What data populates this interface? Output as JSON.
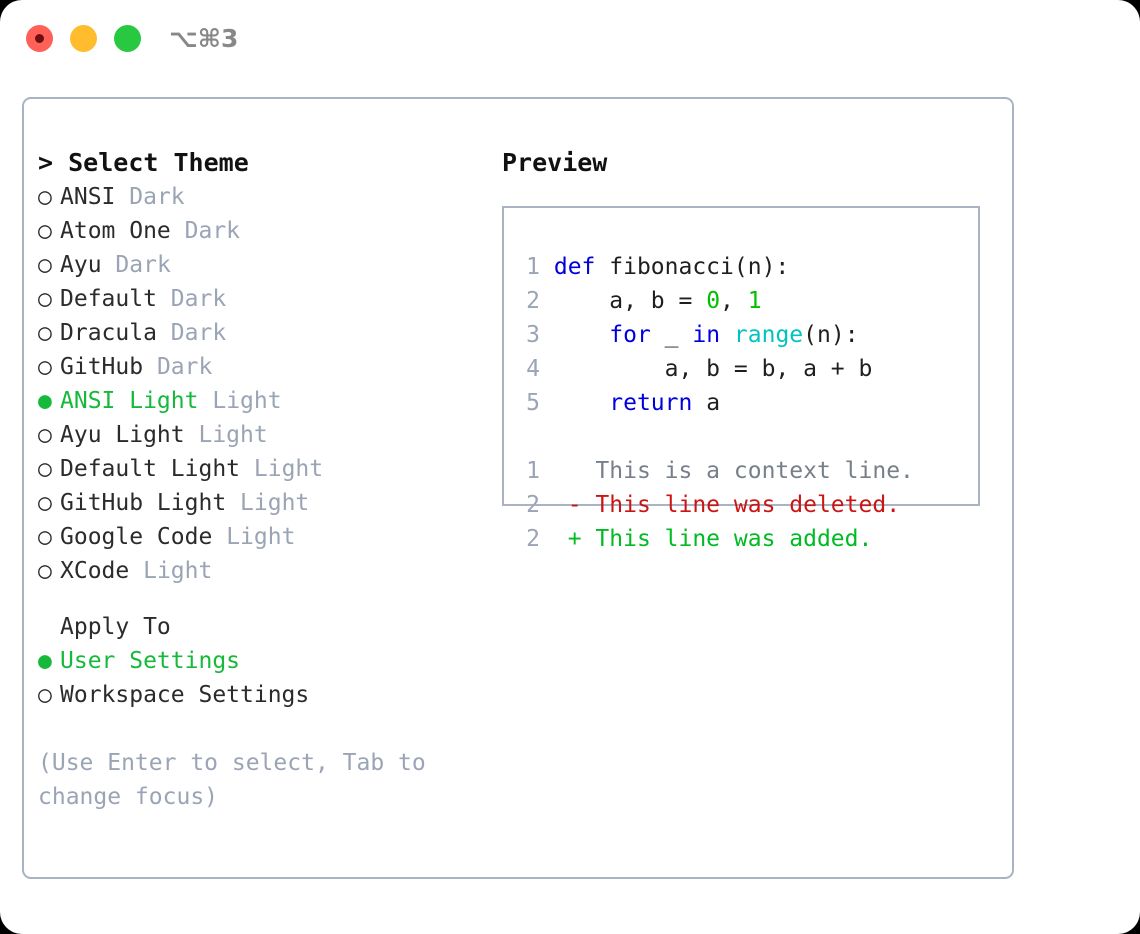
{
  "window": {
    "traffic_lights": [
      {
        "name": "close",
        "color": "#ff6058"
      },
      {
        "name": "minimize",
        "color": "#ffbd2e"
      },
      {
        "name": "maximize",
        "color": "#28c840"
      }
    ],
    "shortcut": "⌥⌘3"
  },
  "theme_picker": {
    "caret": ">",
    "title": "Select Theme",
    "bullet_off": "○",
    "bullet_on": "●",
    "options": [
      {
        "bullet": "○",
        "name": "ANSI",
        "variant": "Dark",
        "selected": false
      },
      {
        "bullet": "○",
        "name": "Atom One",
        "variant": "Dark",
        "selected": false
      },
      {
        "bullet": "○",
        "name": "Ayu",
        "variant": "Dark",
        "selected": false
      },
      {
        "bullet": "○",
        "name": "Default",
        "variant": "Dark",
        "selected": false
      },
      {
        "bullet": "○",
        "name": "Dracula",
        "variant": "Dark",
        "selected": false
      },
      {
        "bullet": "○",
        "name": "GitHub",
        "variant": "Dark",
        "selected": false
      },
      {
        "bullet": "●",
        "name": "ANSI Light",
        "variant": "Light",
        "selected": true
      },
      {
        "bullet": "○",
        "name": "Ayu Light",
        "variant": "Light",
        "selected": false
      },
      {
        "bullet": "○",
        "name": "Default Light",
        "variant": "Light",
        "selected": false
      },
      {
        "bullet": "○",
        "name": "GitHub Light",
        "variant": "Light",
        "selected": false
      },
      {
        "bullet": "○",
        "name": "Google Code",
        "variant": "Light",
        "selected": false
      },
      {
        "bullet": "○",
        "name": "XCode",
        "variant": "Light",
        "selected": false
      }
    ]
  },
  "apply_to": {
    "title": "Apply To",
    "options": [
      {
        "bullet": "●",
        "name": "User Settings",
        "selected": true
      },
      {
        "bullet": "○",
        "name": "Workspace Settings",
        "selected": false
      }
    ]
  },
  "hint": "(Use Enter to select, Tab to change focus)",
  "preview": {
    "title": "Preview",
    "code_lines": [
      {
        "number": "1",
        "tokens": [
          {
            "text": "def ",
            "kind": "kw"
          },
          {
            "text": "fibonacci(n):",
            "kind": "txt"
          }
        ]
      },
      {
        "number": "2",
        "tokens": [
          {
            "text": "    a, b = ",
            "kind": "txt"
          },
          {
            "text": "0",
            "kind": "num"
          },
          {
            "text": ", ",
            "kind": "txt"
          },
          {
            "text": "1",
            "kind": "num"
          }
        ]
      },
      {
        "number": "3",
        "tokens": [
          {
            "text": "    ",
            "kind": "txt"
          },
          {
            "text": "for",
            "kind": "kw"
          },
          {
            "text": " _ ",
            "kind": "txt"
          },
          {
            "text": "in",
            "kind": "kw"
          },
          {
            "text": " ",
            "kind": "txt"
          },
          {
            "text": "range",
            "kind": "fn"
          },
          {
            "text": "(n):",
            "kind": "txt"
          }
        ]
      },
      {
        "number": "4",
        "tokens": [
          {
            "text": "        a, b = b, a + b",
            "kind": "txt"
          }
        ]
      },
      {
        "number": "5",
        "tokens": [
          {
            "text": "    ",
            "kind": "txt"
          },
          {
            "text": "return",
            "kind": "kw"
          },
          {
            "text": " a",
            "kind": "txt"
          }
        ]
      }
    ],
    "diff_lines": [
      {
        "number": "1",
        "marker": " ",
        "text": " This is a context line.",
        "kind": "ctx"
      },
      {
        "number": "2",
        "marker": "-",
        "text": " This line was deleted.",
        "kind": "del"
      },
      {
        "number": "2",
        "marker": "+",
        "text": " This line was added.",
        "kind": "add"
      }
    ]
  },
  "colors": {
    "accent_green": "#16b93a",
    "muted": "#9aa4b4",
    "border": "#a9b3c3",
    "keyword": "#0000dd",
    "function": "#00c2c2",
    "number": "#00c000",
    "diff_delete": "#cc1414",
    "diff_add": "#00bb22"
  }
}
